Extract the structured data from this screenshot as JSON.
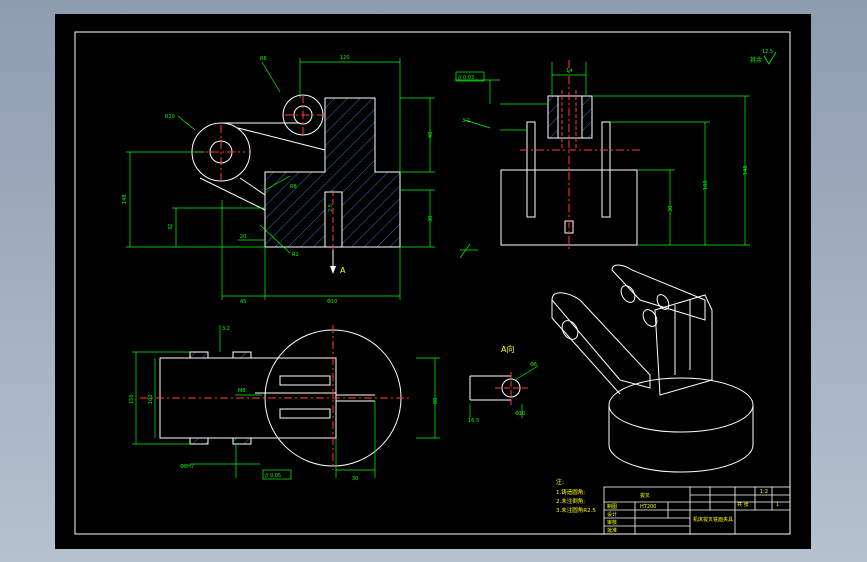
{
  "drawing": {
    "view_label_a": "A",
    "view_title_a": "A向",
    "surface_finish_note": "其余",
    "surface_finish_value": "12.5",
    "notes_heading": "注:",
    "notes": [
      "1.铸造圆角;",
      "2.未注倒角;",
      "3.未注圆角R2.5"
    ],
    "title_block": {
      "part_name": "拔叉",
      "drawing_title": "机床拔叉铣面夹具",
      "material": "HT200",
      "scale": "1:2",
      "row_labels": [
        "设计",
        "审核",
        "批准"
      ],
      "designer_label": "制图",
      "sheet_label": "共 张",
      "count": "1"
    }
  },
  "colors": {
    "background": "#000000",
    "frame": "#ffffff",
    "dimension": "#00ff00",
    "centerline": "#ff3b3b",
    "hatch": "#3b8cff",
    "text": "#ffff00"
  }
}
